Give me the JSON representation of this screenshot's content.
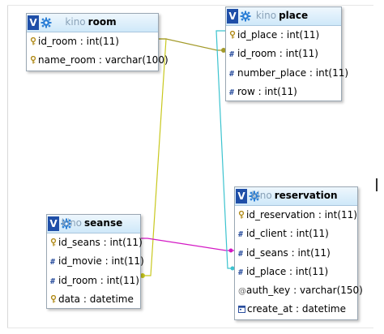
{
  "schema": "kino",
  "tables": {
    "room": {
      "name": "room",
      "fields": [
        {
          "icon": "key",
          "text": "id_room : int(11)"
        },
        {
          "icon": "key",
          "text": "name_room : varchar(100)"
        }
      ]
    },
    "place": {
      "name": "place",
      "fields": [
        {
          "icon": "key",
          "text": "id_place : int(11)"
        },
        {
          "icon": "hash",
          "text": "id_room : int(11)"
        },
        {
          "icon": "hash",
          "text": "number_place : int(11)"
        },
        {
          "icon": "hash",
          "text": "row : int(11)"
        }
      ]
    },
    "reservation": {
      "name": "reservation",
      "fields": [
        {
          "icon": "key",
          "text": "id_reservation : int(11)"
        },
        {
          "icon": "hash",
          "text": "id_client : int(11)"
        },
        {
          "icon": "hash",
          "text": "id_seans : int(11)"
        },
        {
          "icon": "hash",
          "text": "id_place : int(11)"
        },
        {
          "icon": "at",
          "text": "auth_key : varchar(150)"
        },
        {
          "icon": "clock",
          "text": "create_at : datetime"
        }
      ]
    },
    "seanse": {
      "name": "seanse",
      "fields": [
        {
          "icon": "key",
          "text": "id_seans : int(11)"
        },
        {
          "icon": "hash",
          "text": "id_movie : int(11)"
        },
        {
          "icon": "hash",
          "text": "id_room : int(11)"
        },
        {
          "icon": "key",
          "text": "data : datetime"
        }
      ]
    }
  },
  "header_icons": {
    "badge_letter": "V",
    "settings": "gear-icon"
  },
  "relations": [
    {
      "from": "seanse.id_room",
      "to": "room.id_room",
      "color": "#c8c81e"
    },
    {
      "from": "place.id_room",
      "to": "room.id_room",
      "color": "#a39a2a"
    },
    {
      "from": "reservation.id_seans",
      "to": "seanse.id_seans",
      "color": "#d318c4"
    },
    {
      "from": "reservation.id_place",
      "to": "place.id_place",
      "color": "#3cc3cf"
    }
  ]
}
